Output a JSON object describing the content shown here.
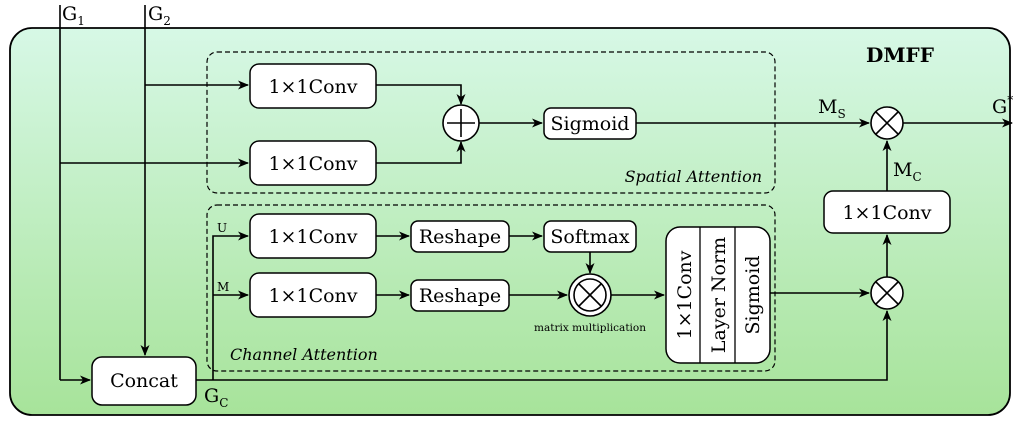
{
  "module": {
    "title": "DMFF"
  },
  "inputs": {
    "g1": {
      "base": "G",
      "sub": "1"
    },
    "g2": {
      "base": "G",
      "sub": "2"
    }
  },
  "output": {
    "base": "G",
    "sup": "*"
  },
  "signals": {
    "gc": {
      "base": "G",
      "sub": "C"
    },
    "ms": {
      "base": "M",
      "sub": "S"
    },
    "mc": {
      "base": "M",
      "sub": "C"
    },
    "u": "U",
    "m": "M"
  },
  "spatial": {
    "group_label": "Spatial Attention",
    "conv_top": "1×1Conv",
    "conv_bottom": "1×1Conv",
    "sigmoid": "Sigmoid"
  },
  "channel": {
    "group_label": "Channel Attention",
    "conv_u": "1×1Conv",
    "conv_m": "1×1Conv",
    "reshape_u": "Reshape",
    "reshape_m": "Reshape",
    "softmax": "Softmax",
    "matmul_label": "matrix multiplication",
    "stack": [
      "1×1Conv",
      "Layer Norm",
      "Sigmoid"
    ]
  },
  "concat": "Concat",
  "output_conv": "1×1Conv",
  "colors": {
    "module_fill_top": "#d7f8e6",
    "module_fill_bottom": "#a7e39a"
  }
}
